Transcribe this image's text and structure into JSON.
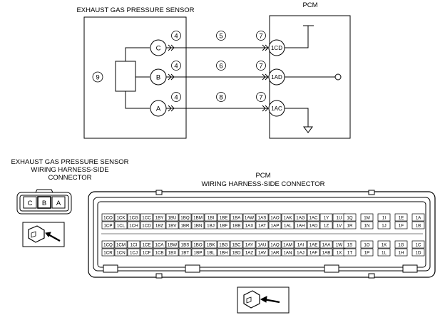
{
  "sensor_title": "EXHAUST GAS PRESSURE SENSOR",
  "pcm_title": "PCM",
  "sensor_pins": [
    "C",
    "B",
    "A"
  ],
  "pcm_pins": [
    "1CD",
    "1AD",
    "1AC"
  ],
  "callouts": {
    "sensor_element": "9",
    "sensor_term": "4",
    "pcm_term": "7",
    "wires": [
      "5",
      "6",
      "8"
    ]
  },
  "sensor_connector_title": [
    "EXHAUST GAS PRESSURE SENSOR",
    "WIRING HARNESS-SIDE",
    "CONNECTOR"
  ],
  "pcm_connector_title": [
    "PCM",
    "WIRING HARNESS-SIDE CONNECTOR"
  ],
  "pcm_grid": {
    "top_row1": [
      "1CO",
      "1CK",
      "1CG",
      "1CC",
      "1BY",
      "1BU",
      "1BQ",
      "1BM",
      "1BI",
      "1BE",
      "1BA",
      "1AW",
      "1AS",
      "1AO",
      "1AK",
      "1AG",
      "1AC",
      "1Y",
      "1U",
      "1Q",
      "1M",
      "1I",
      "1E",
      "1A"
    ],
    "top_row2": [
      "1CP",
      "1CL",
      "1CH",
      "1CD",
      "1BZ",
      "1BV",
      "1BR",
      "1BN",
      "1BJ",
      "1BF",
      "1BB",
      "1AX",
      "1AT",
      "1AP",
      "1AL",
      "1AH",
      "1AD",
      "1Z",
      "1V",
      "1R",
      "1N",
      "1J",
      "1F",
      "1B"
    ],
    "bot_row1": [
      "1CQ",
      "1CM",
      "1CI",
      "1CE",
      "1CA",
      "1BW",
      "1BS",
      "1BO",
      "1BK",
      "1BG",
      "1BC",
      "1AY",
      "1AU",
      "1AQ",
      "1AM",
      "1AI",
      "1AE",
      "1AA",
      "1W",
      "1S",
      "1O",
      "1K",
      "1G",
      "1C"
    ],
    "bot_row2": [
      "1CR",
      "1CN",
      "1CJ",
      "1CF",
      "1CB",
      "1BX",
      "1BT",
      "1BP",
      "1BL",
      "1BH",
      "1BD",
      "1AZ",
      "1AV",
      "1AR",
      "1AN",
      "1AJ",
      "1AF",
      "1AB",
      "1X",
      "1T",
      "1P",
      "1L",
      "1H",
      "1D"
    ]
  }
}
